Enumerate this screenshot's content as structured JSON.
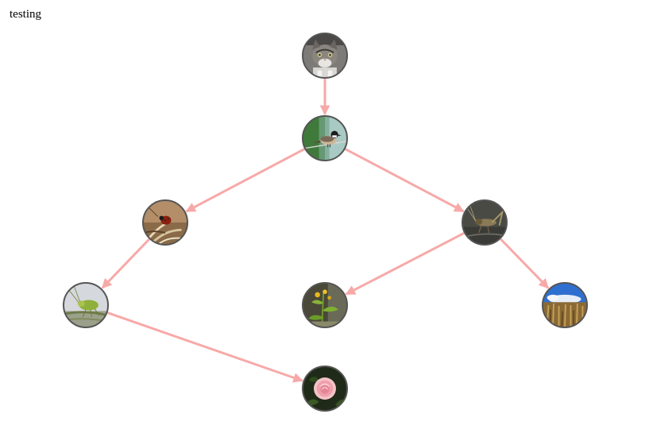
{
  "title": "testing",
  "colors": {
    "edge": "#f7a9a8",
    "node_border": "#555555"
  },
  "nodes": [
    {
      "id": "cat",
      "icon": "cat-photo-icon"
    },
    {
      "id": "bird",
      "icon": "chickadee-photo-icon"
    },
    {
      "id": "ladybug",
      "icon": "ladybug-photo-icon"
    },
    {
      "id": "cricket",
      "icon": "cricket-photo-icon"
    },
    {
      "id": "aphid",
      "icon": "aphid-photo-icon"
    },
    {
      "id": "plant",
      "icon": "flowering-plant-photo-icon"
    },
    {
      "id": "wheat",
      "icon": "wheat-field-photo-icon"
    },
    {
      "id": "rose",
      "icon": "rose-photo-icon"
    }
  ],
  "edges": [
    {
      "from": "cat",
      "to": "bird"
    },
    {
      "from": "bird",
      "to": "ladybug"
    },
    {
      "from": "bird",
      "to": "cricket"
    },
    {
      "from": "ladybug",
      "to": "aphid"
    },
    {
      "from": "cricket",
      "to": "plant"
    },
    {
      "from": "cricket",
      "to": "wheat"
    },
    {
      "from": "aphid",
      "to": "rose"
    }
  ]
}
